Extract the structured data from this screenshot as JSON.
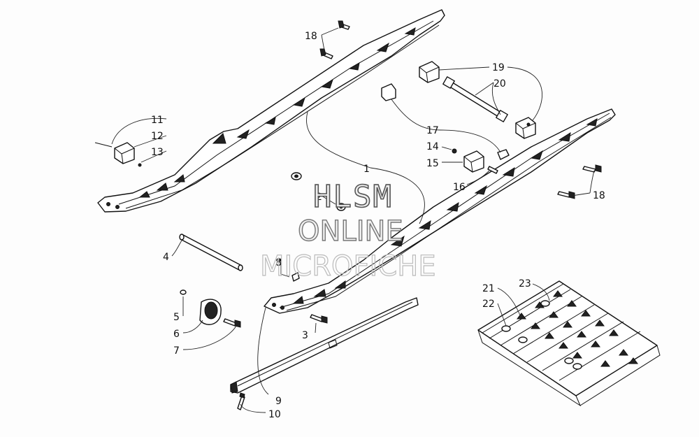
{
  "watermark": {
    "line1": "HLSM",
    "line2": "ONLINE",
    "line3": "MICROFICHE"
  },
  "callouts": {
    "c1": "1",
    "c2": "2",
    "c3": "3",
    "c4": "4",
    "c5": "5",
    "c6": "6",
    "c7": "7",
    "c8": "8",
    "c9": "9",
    "c10": "10",
    "c11": "11",
    "c12": "12",
    "c13": "13",
    "c14": "14",
    "c15": "15",
    "c16": "16",
    "c17": "17",
    "c18a": "18",
    "c18b": "18",
    "c19": "19",
    "c20": "20",
    "c21": "21",
    "c22": "22",
    "c23": "23"
  }
}
